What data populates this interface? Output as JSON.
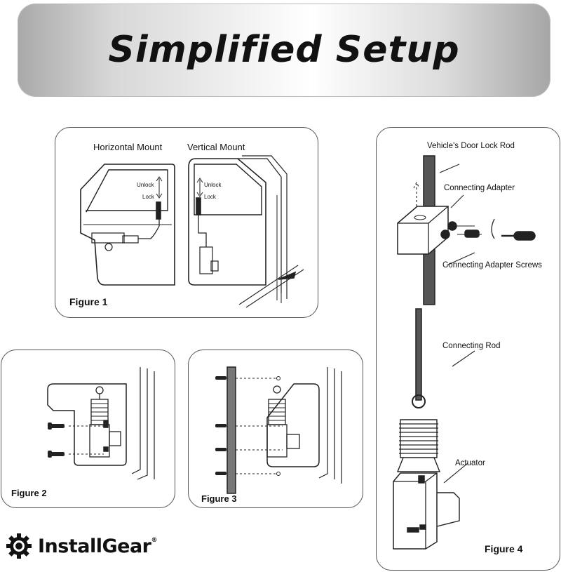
{
  "banner": {
    "title": "Simplified Setup"
  },
  "figure1": {
    "caption": "Figure 1",
    "horizontal_label": "Horizontal Mount",
    "vertical_label": "Vertical Mount",
    "unlock_label": "Unlock",
    "lock_label": "Lock"
  },
  "figure2": {
    "caption": "Figure 2"
  },
  "figure3": {
    "caption": "Figure 3"
  },
  "figure4": {
    "caption": "Figure 4",
    "door_lock_rod": "Vehicle's Door Lock Rod",
    "connecting_adapter": "Connecting Adapter",
    "connecting_adapter_screws": "Connecting Adapter Screws",
    "connecting_rod": "Connecting Rod",
    "actuator": "Actuator"
  },
  "brand": {
    "name": "InstallGear",
    "registered": "®"
  },
  "colors": {
    "banner_mid": "#ffffff",
    "banner_edge": "#a6a6a6",
    "ink": "#111111"
  }
}
